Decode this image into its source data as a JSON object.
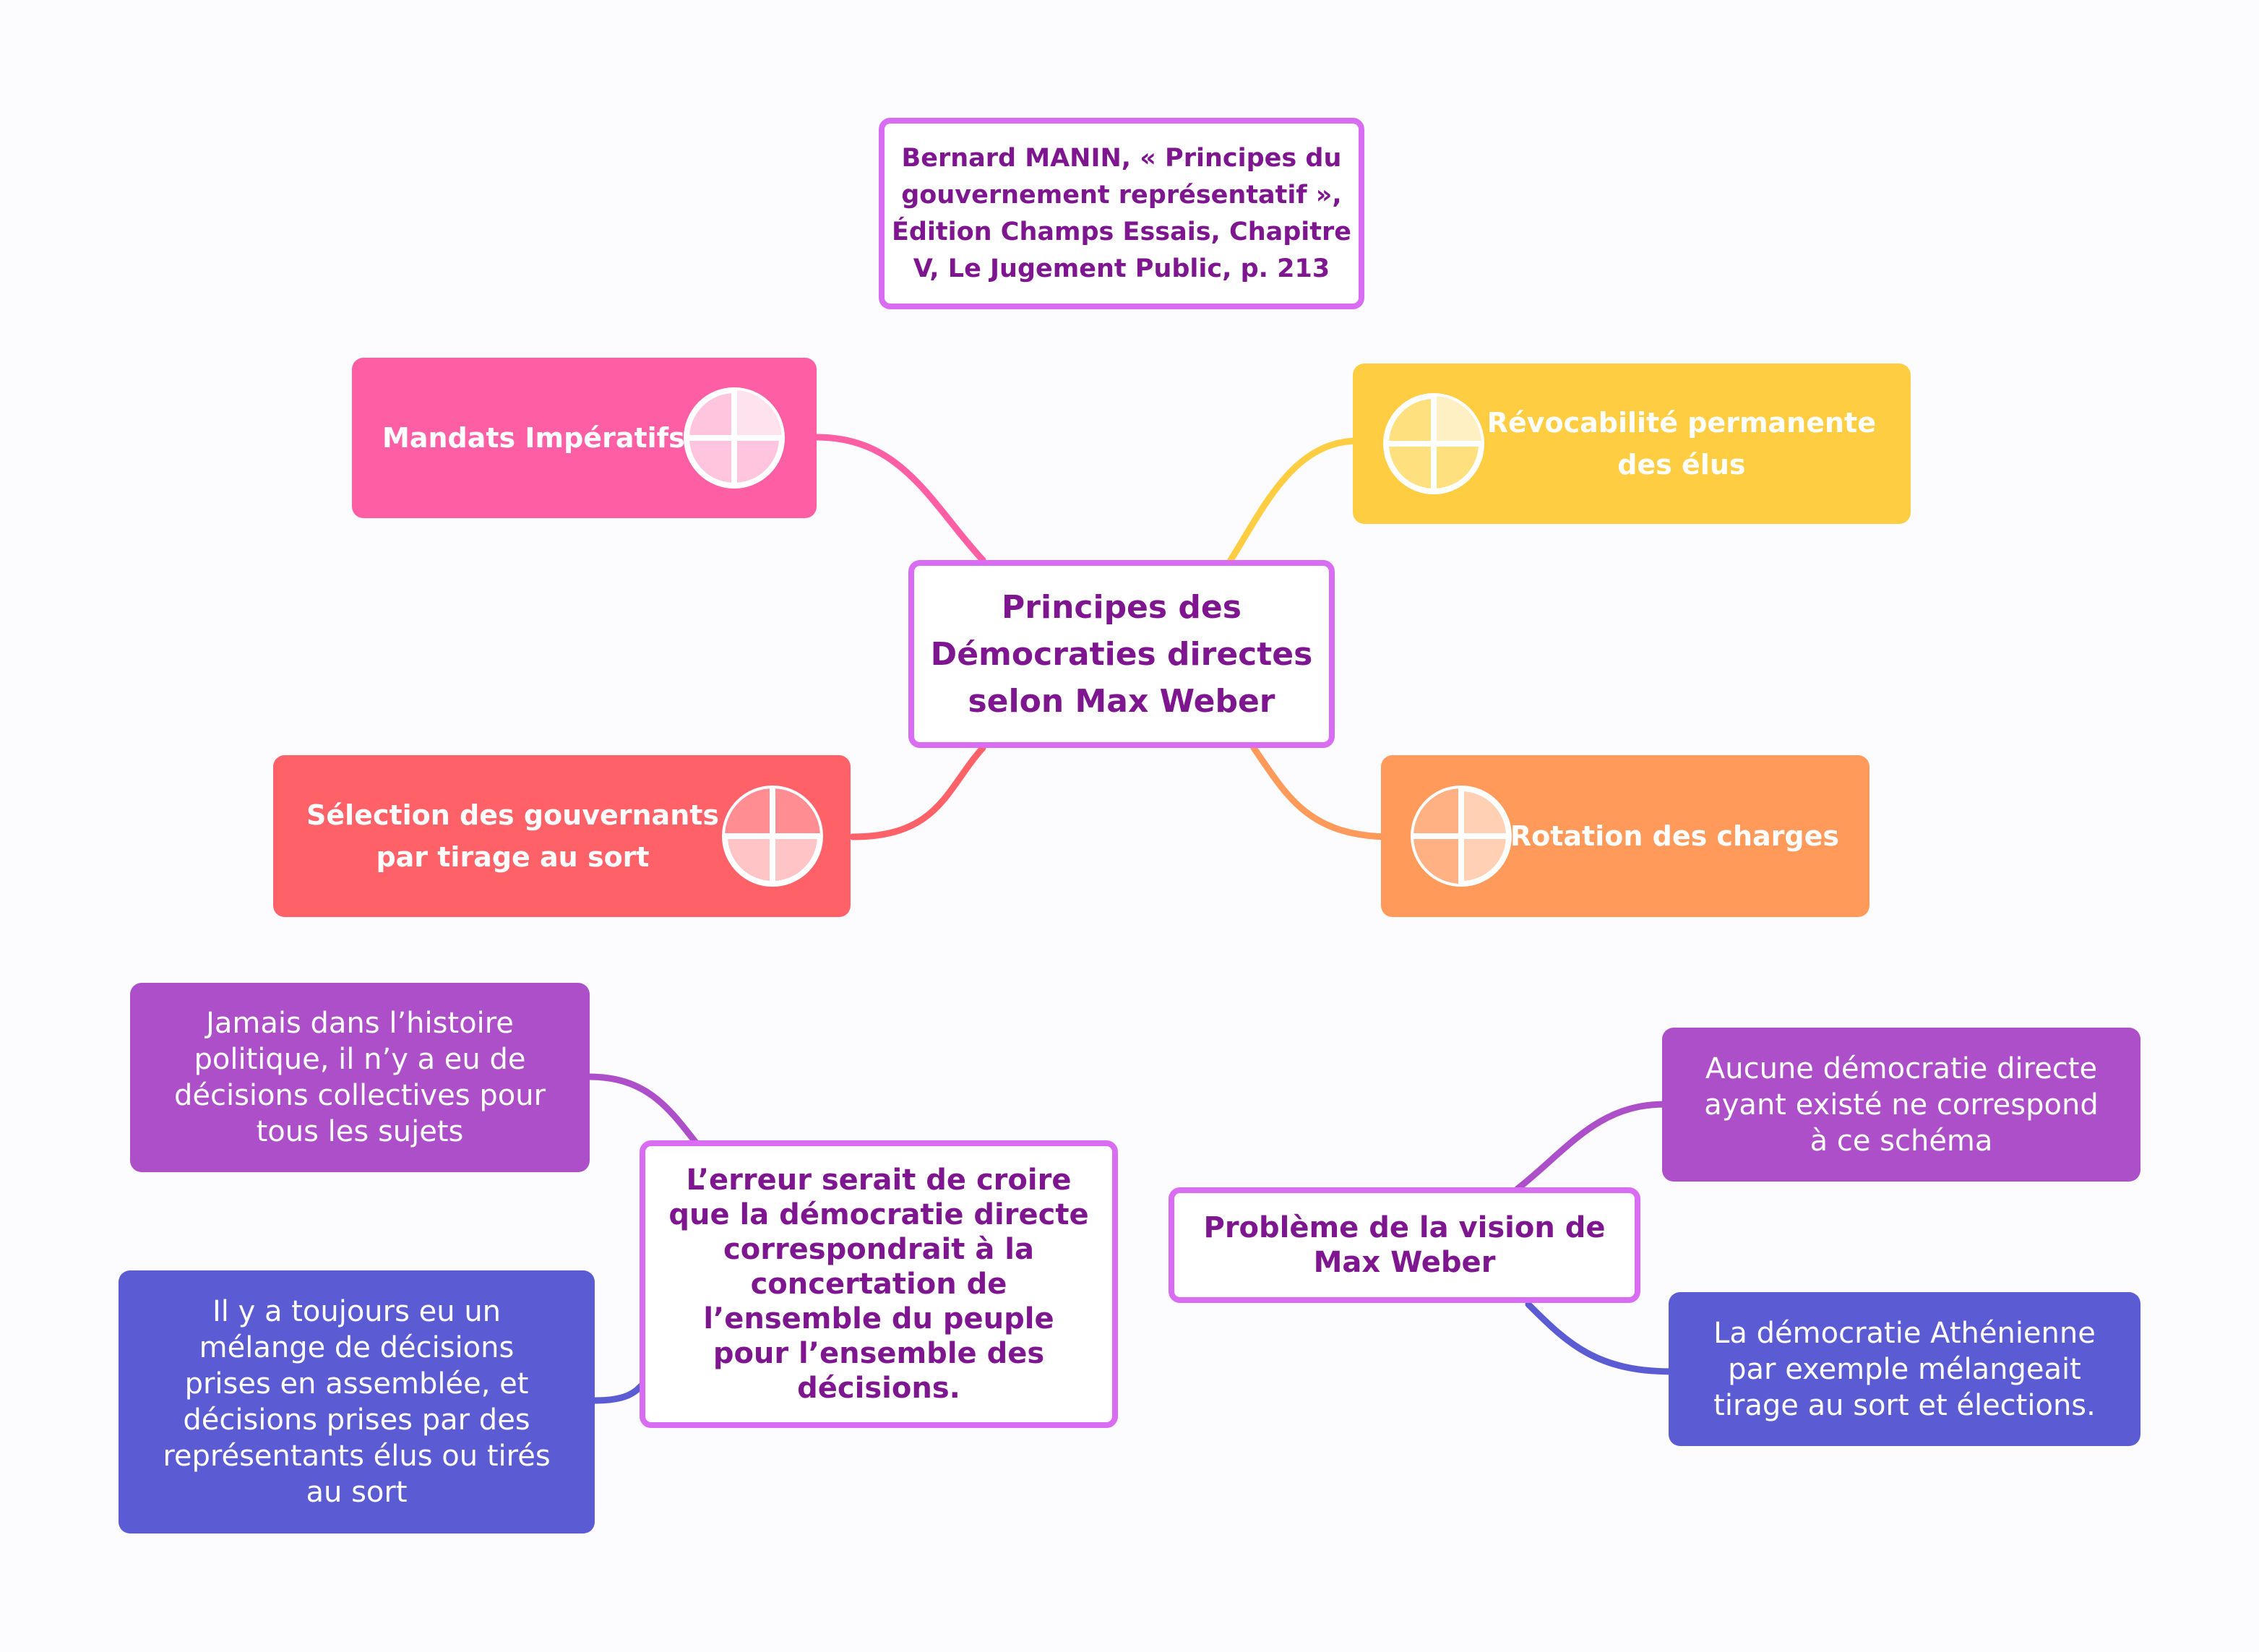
{
  "colors": {
    "pink": "#fd5ea4",
    "yellow": "#ffcd41",
    "red": "#fe6167",
    "orange": "#ff9a5a",
    "purple": "#ad4fc8",
    "indigo": "#5b5bd4",
    "outline": "#d86cf3",
    "outline_text": "#7d168f"
  },
  "diagram": {
    "source": "Bernard MANIN, « Principes du\ngouvernement représentatif »,\nÉdition Champs Essais, Chapitre\nV, Le Jugement Public, p. 213",
    "central": "Principes des\nDémocraties directes\nselon Max Weber",
    "branches": [
      {
        "label": "Mandats Impératifs",
        "icon": "circle-cross-icon"
      },
      {
        "label": "Révocabilité permanente\ndes élus",
        "icon": "circle-cross-icon"
      },
      {
        "label": "Sélection des gouvernants\npar tirage au sort",
        "icon": "circle-cross-icon"
      },
      {
        "label": "Rotation des charges",
        "icon": "circle-cross-icon"
      }
    ],
    "error_topic": {
      "label": "L’erreur serait de croire\nque la démocratie directe\ncorrespondrait à la\nconcertation de\nl’ensemble du peuple\npour l’ensemble des\ndécisions.",
      "children": [
        "Jamais dans l’histoire\npolitique, il n’y a eu de\ndécisions collectives pour\ntous les sujets",
        "Il y a toujours eu un\nmélange de décisions\nprises en assemblée, et\ndécisions prises par des\nreprésentants élus ou tirés\nau sort"
      ]
    },
    "problem_topic": {
      "label": "Problème de la vision de\nMax Weber",
      "children": [
        "Aucune démocratie directe\nayant existé ne correspond\nà ce schéma",
        "La démocratie Athénienne\npar exemple mélangeait\ntirage au sort et élections."
      ]
    }
  }
}
